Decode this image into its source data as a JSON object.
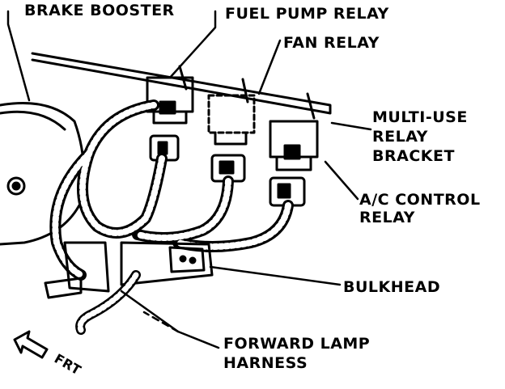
{
  "labels": {
    "brake_booster": "BRAKE BOOSTER",
    "fuel_pump_relay": "FUEL PUMP RELAY",
    "fan_relay": "FAN RELAY",
    "multi_use_line1": "MULTI-USE",
    "multi_use_line2": "RELAY",
    "multi_use_line3": "BRACKET",
    "ac_control_line1": "A/C CONTROL",
    "ac_control_line2": "RELAY",
    "bulkhead": "BULKHEAD",
    "forward_lamp_line1": "FORWARD LAMP",
    "forward_lamp_line2": "HARNESS",
    "front_arrow": "FRT"
  },
  "colors": {
    "ink": "#000000",
    "paper": "#ffffff"
  }
}
